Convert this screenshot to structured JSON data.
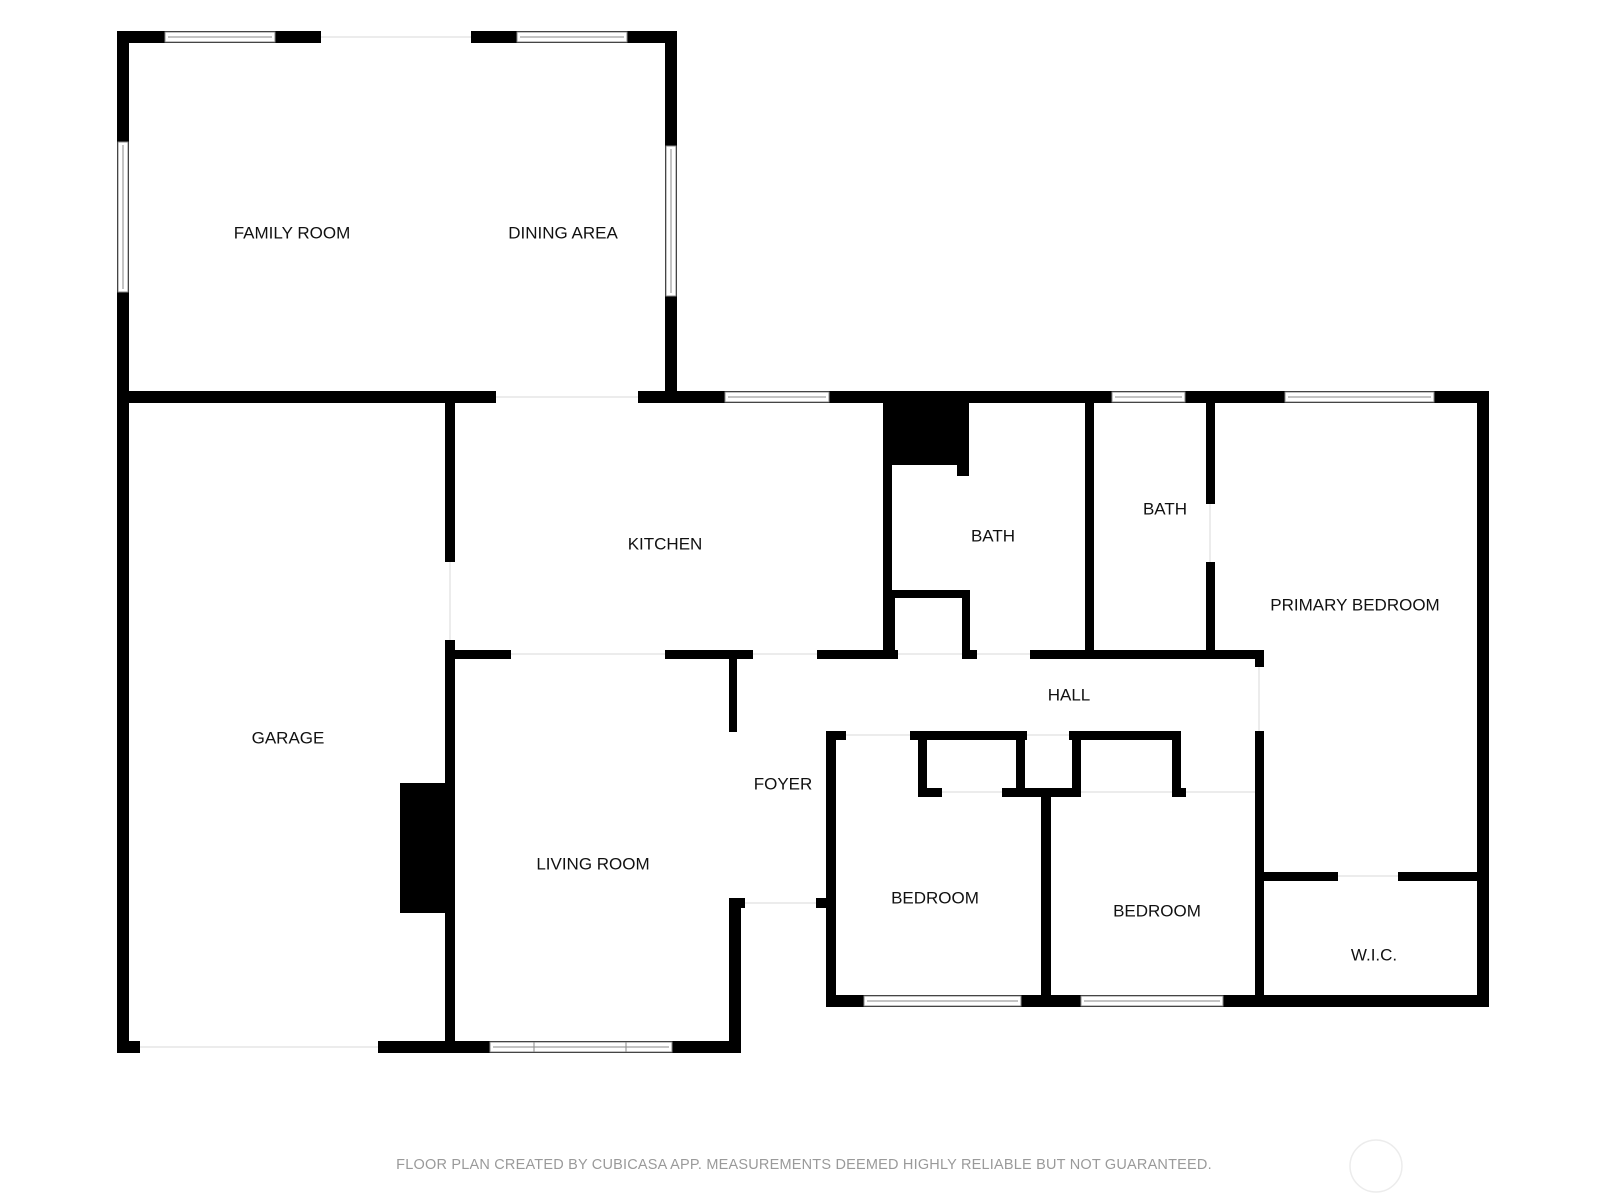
{
  "rooms": {
    "family_room": "FAMILY ROOM",
    "dining_area": "DINING AREA",
    "kitchen": "KITCHEN",
    "bath_1": "BATH",
    "bath_2": "BATH",
    "primary_bedroom": "PRIMARY BEDROOM",
    "hall": "HALL",
    "garage": "GARAGE",
    "foyer": "FOYER",
    "living_room": "LIVING ROOM",
    "bedroom_1": "BEDROOM",
    "bedroom_2": "BEDROOM",
    "wic": "W.I.C."
  },
  "footer": {
    "disclaimer": "FLOOR PLAN CREATED BY CUBICASA APP. MEASUREMENTS DEEMED HIGHLY RELIABLE BUT NOT GUARANTEED."
  },
  "colors": {
    "wall": "#000000",
    "background": "#ffffff",
    "label": "#111111",
    "footer_text": "#9a9a9a"
  }
}
